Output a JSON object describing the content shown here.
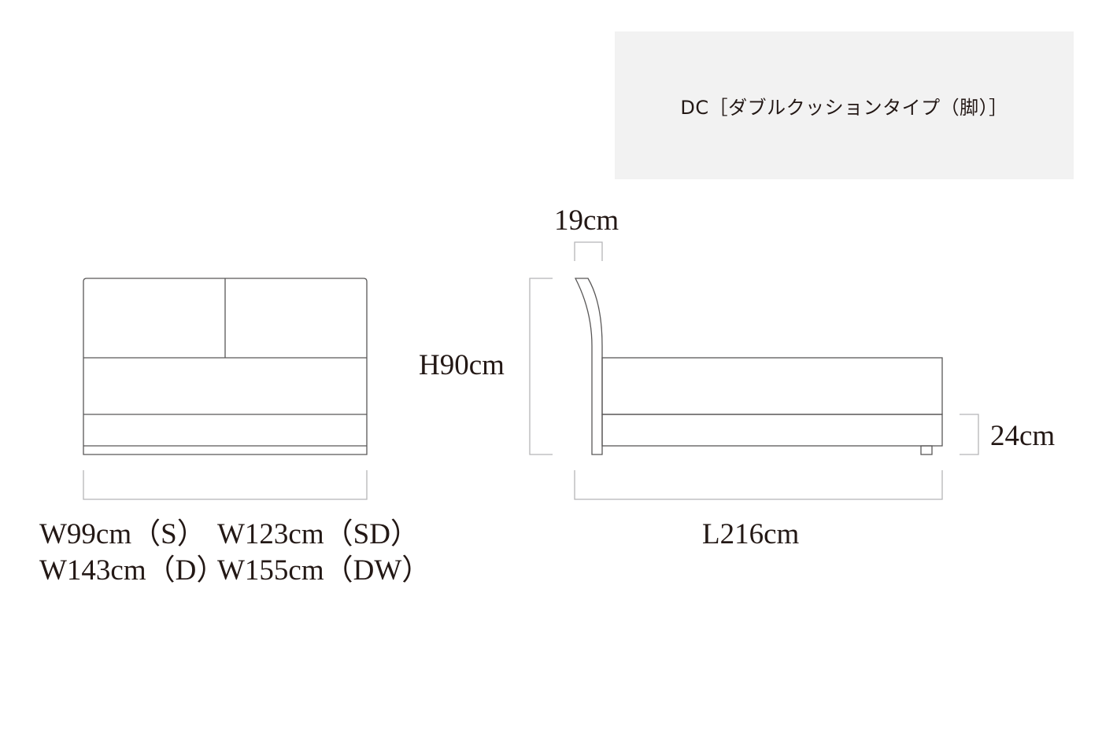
{
  "title": "DC［ダブルクッションタイプ（脚）］",
  "colors": {
    "title_background": "#f2f2f2",
    "line": "#595757",
    "dimension_line": "#b5b5b6",
    "text": "#231815"
  },
  "dimensions": {
    "headboard_depth": "19cm",
    "height": "H90cm",
    "leg_height": "24cm",
    "length": "L216cm",
    "widths": {
      "single": "W99cm（S）",
      "semi_double": "W123cm（SD）",
      "double": "W143cm（D）",
      "double_wide": "W155cm（DW）"
    }
  }
}
